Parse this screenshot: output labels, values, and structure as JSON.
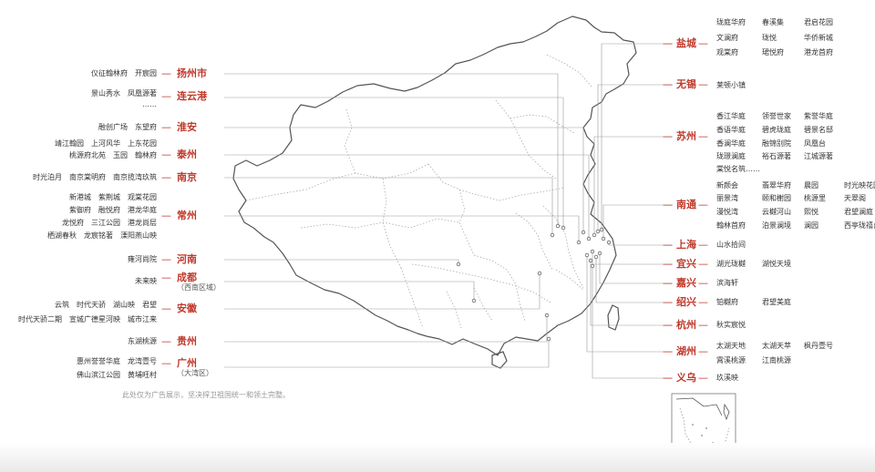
{
  "map": {
    "colors": {
      "accent": "#c0392b",
      "leader": "#999999",
      "border": "#555555",
      "province": "#aaaaaa"
    },
    "disclaimer": "此处仅为广告展示，坚决捍卫祖国统一和领土完整。",
    "left_cities": [
      {
        "name": "扬州市",
        "projects": [
          [
            "仪征翰林府",
            "开宸园"
          ]
        ]
      },
      {
        "name": "连云港",
        "projects": [
          [
            "景山秀水",
            "凤凰源著"
          ],
          [
            "……"
          ]
        ]
      },
      {
        "name": "淮安",
        "projects": [
          [
            "融创广场",
            "东望府"
          ]
        ]
      },
      {
        "name": "泰州",
        "projects": [
          [
            "靖江翰园",
            "上河风华",
            "上东花园"
          ],
          [
            "桃源府北苑",
            "玉园",
            "翰林府"
          ]
        ]
      },
      {
        "name": "南京",
        "projects": [
          [
            "时光泊月",
            "南京棠明府",
            "南京揽湾玖筑"
          ]
        ]
      },
      {
        "name": "常州",
        "projects": [
          [
            "新港城",
            "紫荆城",
            "观棠花园"
          ],
          [
            "紫御府",
            "融悦府",
            "港龙华庭"
          ],
          [
            "龙悦府",
            "三江公园",
            "港龙尚层"
          ],
          [
            "栖湖春秋",
            "龙宸铭著",
            "溧阳燕山映"
          ]
        ]
      },
      {
        "name": "河南",
        "projects": [
          [
            "雍河尚院"
          ]
        ]
      },
      {
        "name": "成都",
        "sub": "（西南区域）",
        "projects": [
          [
            "未来映"
          ]
        ]
      },
      {
        "name": "安徽",
        "projects": [
          [
            "云筑",
            "时代天骄",
            "湖山映",
            "君望"
          ],
          [
            "时代天骄二期",
            "宣城广德星河映",
            "城市江来"
          ]
        ]
      },
      {
        "name": "贵州",
        "projects": [
          [
            "东湖桃源"
          ]
        ]
      },
      {
        "name": "广州",
        "sub": "（大湾区）",
        "projects": [
          [
            "惠州誉誉华庭",
            "龙湾壹号"
          ],
          [
            "佛山滨江公园",
            "黄埔旺村"
          ]
        ]
      }
    ],
    "right_cities": [
      {
        "name": "盐城",
        "projects": [
          [
            "珑庭华府",
            "春溪集",
            "君启花园"
          ],
          [
            "文澜府",
            "珑悦",
            "华侨新城"
          ],
          [
            "观棠府",
            "珺悦府",
            "港龙首府"
          ]
        ]
      },
      {
        "name": "无锡",
        "projects": [
          [
            "莱顿小镇"
          ]
        ]
      },
      {
        "name": "苏州",
        "projects": [
          [
            "香江华庭",
            "领誉世家",
            "紫誉华庭"
          ],
          [
            "香语华庭",
            "碧虎珑庭",
            "碧景名邸"
          ],
          [
            "香澜华庭",
            "融锦别院",
            "凤凰台"
          ],
          [
            "珑璟澜庭",
            "裕石源著",
            "江城源著"
          ],
          [
            "棠悦名筑……"
          ]
        ]
      },
      {
        "name": "南通",
        "projects": [
          [
            "新颜会",
            "翡翠华府",
            "晨园",
            "时光映花园"
          ],
          [
            "丽景湾",
            "颐和榭园",
            "桃源里",
            "天翠阁"
          ],
          [
            "漫悦湾",
            "云樾河山",
            "熙悦",
            "君望澜庭"
          ],
          [
            "翰林首府",
            "泊景澜境",
            "澜园",
            "西亭珑禧台"
          ]
        ]
      },
      {
        "name": "上海",
        "projects": [
          [
            "山水拾间"
          ]
        ]
      },
      {
        "name": "宜兴",
        "projects": [
          [
            "湖光珑樾",
            "湖悦天境"
          ]
        ]
      },
      {
        "name": "嘉兴",
        "projects": [
          [
            "滨海轩"
          ]
        ]
      },
      {
        "name": "绍兴",
        "projects": [
          [
            "铂樾府",
            "君望美庭"
          ]
        ]
      },
      {
        "name": "杭州",
        "projects": [
          [
            "秋实宸悦"
          ]
        ]
      },
      {
        "name": "湖州",
        "projects": [
          [
            "太湖天地",
            "太湖天萃",
            "枫丹壹号"
          ],
          [
            "霄溪桃源",
            "江南桃源"
          ]
        ]
      },
      {
        "name": "义乌",
        "projects": [
          [
            "玖溪映"
          ]
        ]
      }
    ]
  }
}
